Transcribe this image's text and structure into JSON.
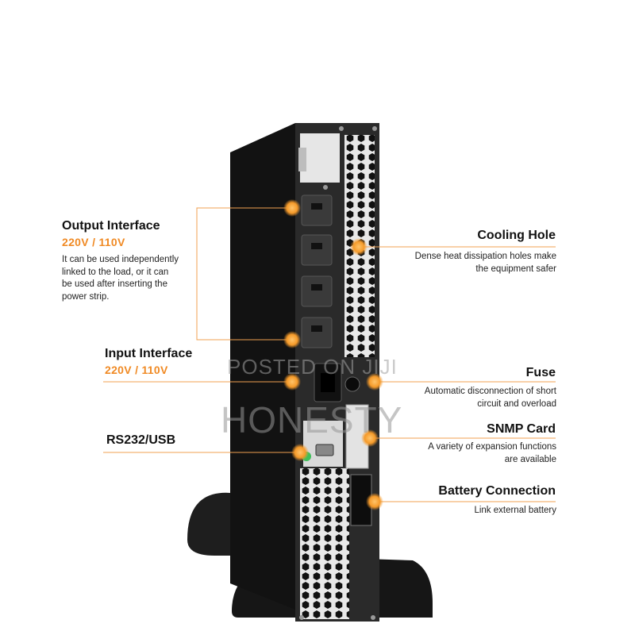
{
  "callouts": {
    "output": {
      "title": "Output Interface",
      "spec": "220V / 110V",
      "desc_lines": [
        "It can be used independently",
        "linked to the load, or it can",
        "be used after inserting the",
        "power strip."
      ]
    },
    "input": {
      "title": "Input Interface",
      "spec": "220V / 110V"
    },
    "rs232": {
      "title": "RS232/USB"
    },
    "cooling": {
      "title": "Cooling Hole",
      "desc_lines": [
        "Dense heat dissipation holes make",
        "the equipment safer"
      ]
    },
    "fuse": {
      "title": "Fuse",
      "desc_lines": [
        "Automatic disconnection of short",
        "circuit and overload"
      ]
    },
    "snmp": {
      "title": "SNMP Card",
      "desc_lines": [
        "A variety of expansion functions",
        "are available"
      ]
    },
    "battery": {
      "title": "Battery Connection",
      "desc_lines": [
        "Link external battery"
      ]
    }
  },
  "watermark": {
    "line1": "POSTED ON JIJI",
    "line2": "HONESTY"
  },
  "colors": {
    "accent": "#f08a24",
    "ups_body": "#1a1a1a",
    "panel": "#262626",
    "outlet": "#3a3a3a"
  }
}
